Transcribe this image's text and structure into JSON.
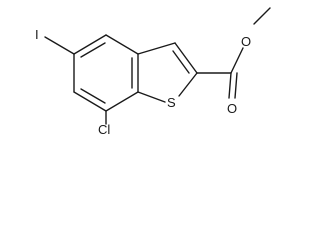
{
  "molecule": {
    "atom_labels": {
      "iodine": "I",
      "chlorine": "Cl",
      "sulfur": "S",
      "carbonyl_oxygen": "O",
      "ester_oxygen": "O"
    },
    "bond_color": "#1a1a1a",
    "label_color": "#1a1a1a"
  }
}
